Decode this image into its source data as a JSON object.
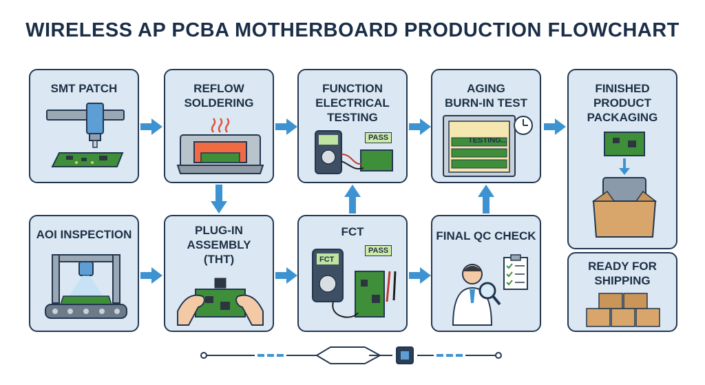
{
  "title": "WIRELESS AP PCBA MOTHERBOARD PRODUCTION FLOWCHART",
  "steps": {
    "smt_patch": {
      "label": "SMT PATCH"
    },
    "reflow": {
      "label1": "REFLOW",
      "label2": "SOLDERING"
    },
    "function_test": {
      "label1": "FUNCTION",
      "label2": "ELECTRICAL",
      "label3": "TESTING",
      "badge": "PASS"
    },
    "aging": {
      "label1": "AGING",
      "label2": "BURN-IN TEST",
      "status": "TESTING..."
    },
    "packaging": {
      "label1": "FINISHED",
      "label2": "PRODUCT",
      "label3": "PACKAGING"
    },
    "aoi": {
      "label": "AOI INSPECTION"
    },
    "plugin": {
      "label1": "PLUG-IN",
      "label2": "ASSEMBLY",
      "label3": "(THT)"
    },
    "fct": {
      "label": "FCT",
      "meter_label": "FCT",
      "badge": "PASS"
    },
    "final_qc": {
      "label": "FINAL QC CHECK"
    },
    "shipping": {
      "label1": "READY FOR",
      "label2": "SHIPPING"
    }
  },
  "colors": {
    "box_fill": "#dbe8f3",
    "box_border": "#22364f",
    "arrow": "#3d93d1",
    "pcb": "#3f8f3a",
    "title": "#1a2e48"
  },
  "icons": {
    "smt": "pick-and-place-machine-icon",
    "reflow": "reflow-oven-icon",
    "function_test": "multimeter-icon",
    "aging": "burn-in-chamber-icon",
    "packaging": "anti-static-bag-box-icon",
    "aoi": "aoi-camera-conveyor-icon",
    "plugin": "hands-inserting-component-icon",
    "fct": "fct-meter-icon",
    "final_qc": "inspector-magnifier-icon",
    "shipping": "stacked-boxes-icon"
  }
}
